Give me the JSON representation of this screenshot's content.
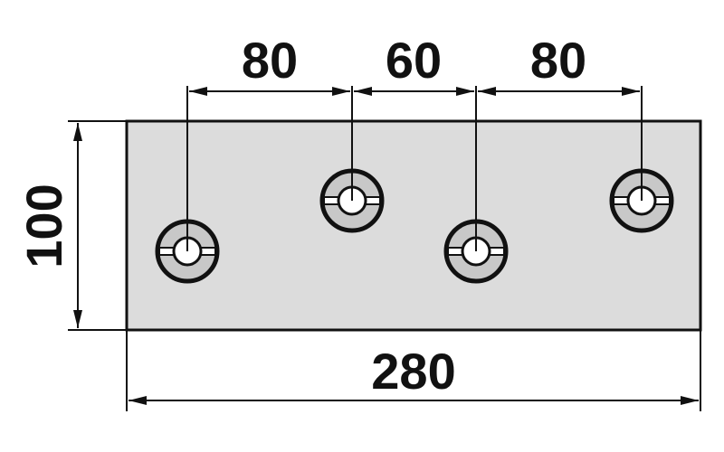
{
  "diagram": {
    "plate": {
      "width_label": "280",
      "height_label": "100",
      "fill_color": "#dcdcdc",
      "stroke_color": "#111111"
    },
    "hole_spacing": [
      {
        "label": "80"
      },
      {
        "label": "60"
      },
      {
        "label": "80"
      }
    ],
    "holes": [
      {
        "name": "hole-1"
      },
      {
        "name": "hole-2"
      },
      {
        "name": "hole-3"
      },
      {
        "name": "hole-4"
      }
    ],
    "colors": {
      "line": "#111111",
      "plate": "#dcdcdc",
      "hole_ring": "#c8c8c8"
    }
  }
}
